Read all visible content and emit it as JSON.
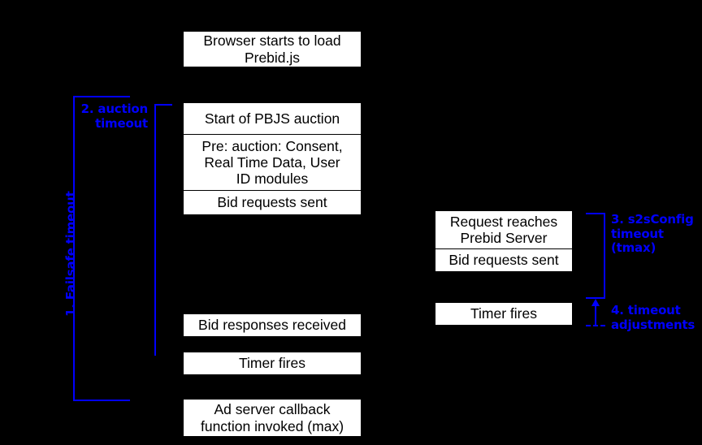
{
  "diagram": {
    "title": "Prebid timeout sequence diagram",
    "background_color": "#000000",
    "box_fill": "#ffffff",
    "box_text_color": "#000000",
    "annotation_color": "#0000ff"
  },
  "client_column": {
    "boxes": [
      {
        "id": "browser-load",
        "line1": "Browser starts to load",
        "line2": "Prebid.js"
      },
      {
        "id": "auction-start",
        "line1": "Start of PBJS auction",
        "line2": ""
      },
      {
        "id": "pre-auction",
        "line1": "Pre: auction: Consent,",
        "line2": "Real Time Data, User",
        "line3": "ID modules"
      },
      {
        "id": "bid-requests-sent",
        "line1": "Bid requests sent",
        "line2": ""
      },
      {
        "id": "bid-responses-received",
        "line1": "Bid responses received",
        "line2": ""
      },
      {
        "id": "timer-fires-client",
        "line1": "Timer fires",
        "line2": ""
      },
      {
        "id": "ad-server-callback",
        "line1": "Ad server callback",
        "line2": "function invoked (max)"
      }
    ]
  },
  "server_column": {
    "boxes": [
      {
        "id": "request-reaches-server",
        "line1": "Request reaches",
        "line2": "Prebid Server"
      },
      {
        "id": "server-bid-requests-sent",
        "line1": "Bid requests sent",
        "line2": ""
      },
      {
        "id": "timer-fires-server",
        "line1": "Timer fires",
        "line2": ""
      }
    ]
  },
  "annotations": {
    "failsafe": {
      "label": "1. Failsafe timeout"
    },
    "auction": {
      "line1": "2. auction",
      "line2": "timeout"
    },
    "s2s": {
      "line1": "3. s2sConfig",
      "line2": "timeout (tmax)"
    },
    "adjust": {
      "line1": "4. timeout",
      "line2": "adjustments"
    }
  }
}
